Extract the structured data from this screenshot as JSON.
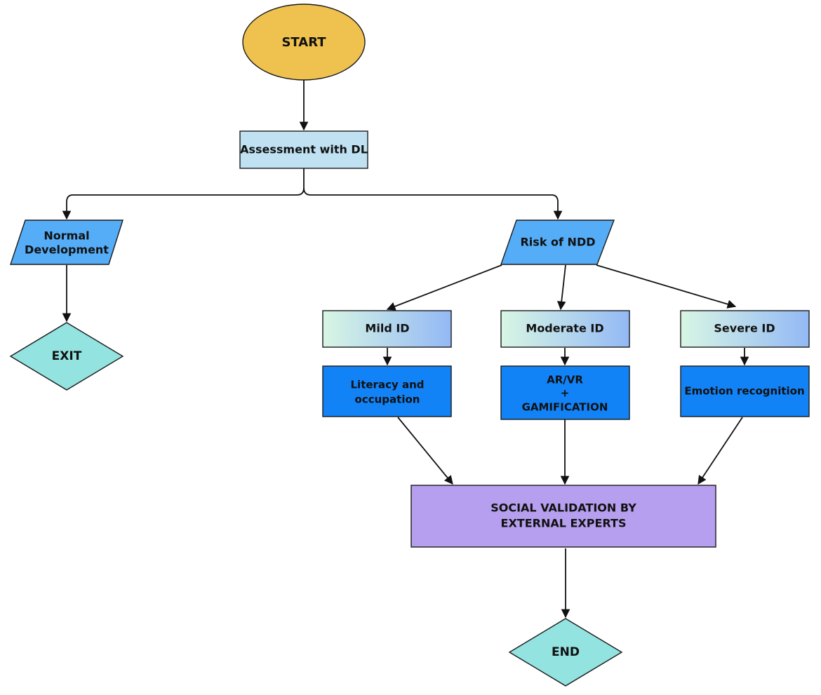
{
  "flowchart": {
    "start": "START",
    "assessment": "Assessment with DL",
    "normal_development": [
      "Normal",
      "Development"
    ],
    "exit": "EXIT",
    "risk": "Risk of NDD",
    "mild": "Mild ID",
    "moderate": "Moderate ID",
    "severe": "Severe ID",
    "literacy": [
      "Literacy and",
      "occupation"
    ],
    "arvr": [
      "AR/VR",
      "+",
      "GAMIFICATION"
    ],
    "emotion": "Emotion recognition",
    "social": [
      "SOCIAL VALIDATION BY",
      "EXTERNAL EXPERTS"
    ],
    "end": "END"
  },
  "colors": {
    "start_fill": "#EFC14F",
    "assessment_fill": "#BFE1F1",
    "parallelogram_fill": "#55ADF7",
    "diamond_fill": "#93E3E1",
    "id_gradient_start": "#D8F6E4",
    "id_gradient_end": "#93B9F5",
    "intervention_fill": "#1283F7",
    "social_fill": "#B69FEE",
    "line": "#111111"
  }
}
